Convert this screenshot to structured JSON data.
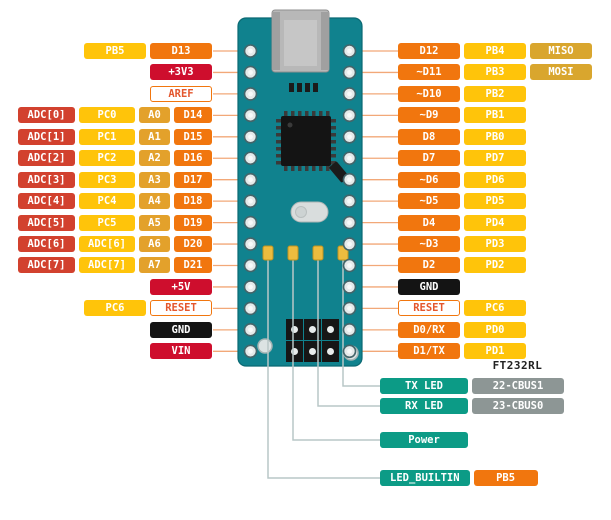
{
  "colors": {
    "board": "#10828E",
    "digital": "#F1760E",
    "port": "#FFC40A",
    "analog": "#E3A12B",
    "spi": "#D9A62E",
    "power": "#CE0E2D",
    "adc": "#D2412E",
    "gnd": "#141414",
    "outline": "#E4572E",
    "led": "#0C9B86",
    "cbus": "#8D9695",
    "line": "#F2A878",
    "line2": "#B9C7C7"
  },
  "left_rows": [
    {
      "badges": [
        {
          "t": "PB5",
          "c": "port"
        },
        {
          "t": "D13",
          "c": "digital"
        }
      ]
    },
    {
      "badges": [
        {
          "t": "+3V3",
          "c": "power"
        }
      ]
    },
    {
      "badges": [
        {
          "t": "AREF",
          "c": "outline"
        }
      ]
    },
    {
      "badges": [
        {
          "t": "ADC[0]",
          "c": "adc"
        },
        {
          "t": "PC0",
          "c": "port"
        },
        {
          "t": "A0",
          "c": "analog"
        },
        {
          "t": "D14",
          "c": "digital"
        }
      ]
    },
    {
      "badges": [
        {
          "t": "ADC[1]",
          "c": "adc"
        },
        {
          "t": "PC1",
          "c": "port"
        },
        {
          "t": "A1",
          "c": "analog"
        },
        {
          "t": "D15",
          "c": "digital"
        }
      ]
    },
    {
      "badges": [
        {
          "t": "ADC[2]",
          "c": "adc"
        },
        {
          "t": "PC2",
          "c": "port"
        },
        {
          "t": "A2",
          "c": "analog"
        },
        {
          "t": "D16",
          "c": "digital"
        }
      ]
    },
    {
      "badges": [
        {
          "t": "ADC[3]",
          "c": "adc"
        },
        {
          "t": "PC3",
          "c": "port"
        },
        {
          "t": "A3",
          "c": "analog"
        },
        {
          "t": "D17",
          "c": "digital"
        }
      ]
    },
    {
      "badges": [
        {
          "t": "ADC[4]",
          "c": "adc"
        },
        {
          "t": "PC4",
          "c": "port"
        },
        {
          "t": "A4",
          "c": "analog"
        },
        {
          "t": "D18",
          "c": "digital"
        }
      ]
    },
    {
      "badges": [
        {
          "t": "ADC[5]",
          "c": "adc"
        },
        {
          "t": "PC5",
          "c": "port"
        },
        {
          "t": "A5",
          "c": "analog"
        },
        {
          "t": "D19",
          "c": "digital"
        }
      ]
    },
    {
      "badges": [
        {
          "t": "ADC[6]",
          "c": "adc"
        },
        {
          "t": "ADC[6]",
          "c": "port"
        },
        {
          "t": "A6",
          "c": "analog"
        },
        {
          "t": "D20",
          "c": "digital"
        }
      ]
    },
    {
      "badges": [
        {
          "t": "ADC[7]",
          "c": "adc"
        },
        {
          "t": "ADC[7]",
          "c": "port"
        },
        {
          "t": "A7",
          "c": "analog"
        },
        {
          "t": "D21",
          "c": "digital"
        }
      ]
    },
    {
      "badges": [
        {
          "t": "+5V",
          "c": "power"
        }
      ]
    },
    {
      "badges": [
        {
          "t": "PC6",
          "c": "port"
        },
        {
          "t": "RESET",
          "c": "outline"
        }
      ]
    },
    {
      "badges": [
        {
          "t": "GND",
          "c": "gnd"
        }
      ]
    },
    {
      "badges": [
        {
          "t": "VIN",
          "c": "power"
        }
      ]
    }
  ],
  "right_rows": [
    {
      "badges": [
        {
          "t": "D12",
          "c": "digital"
        },
        {
          "t": "PB4",
          "c": "port"
        },
        {
          "t": "MISO",
          "c": "spi"
        }
      ]
    },
    {
      "badges": [
        {
          "t": "~D11",
          "c": "digital"
        },
        {
          "t": "PB3",
          "c": "port"
        },
        {
          "t": "MOSI",
          "c": "spi"
        }
      ]
    },
    {
      "badges": [
        {
          "t": "~D10",
          "c": "digital"
        },
        {
          "t": "PB2",
          "c": "port"
        }
      ]
    },
    {
      "badges": [
        {
          "t": "~D9",
          "c": "digital"
        },
        {
          "t": "PB1",
          "c": "port"
        }
      ]
    },
    {
      "badges": [
        {
          "t": "D8",
          "c": "digital"
        },
        {
          "t": "PB0",
          "c": "port"
        }
      ]
    },
    {
      "badges": [
        {
          "t": "D7",
          "c": "digital"
        },
        {
          "t": "PD7",
          "c": "port"
        }
      ]
    },
    {
      "badges": [
        {
          "t": "~D6",
          "c": "digital"
        },
        {
          "t": "PD6",
          "c": "port"
        }
      ]
    },
    {
      "badges": [
        {
          "t": "~D5",
          "c": "digital"
        },
        {
          "t": "PD5",
          "c": "port"
        }
      ]
    },
    {
      "badges": [
        {
          "t": "D4",
          "c": "digital"
        },
        {
          "t": "PD4",
          "c": "port"
        }
      ]
    },
    {
      "badges": [
        {
          "t": "~D3",
          "c": "digital"
        },
        {
          "t": "PD3",
          "c": "port"
        }
      ]
    },
    {
      "badges": [
        {
          "t": "D2",
          "c": "digital"
        },
        {
          "t": "PD2",
          "c": "port"
        }
      ]
    },
    {
      "badges": [
        {
          "t": "GND",
          "c": "gnd"
        }
      ]
    },
    {
      "badges": [
        {
          "t": "RESET",
          "c": "outline"
        },
        {
          "t": "PC6",
          "c": "port"
        }
      ]
    },
    {
      "badges": [
        {
          "t": "D0/RX",
          "c": "digital"
        },
        {
          "t": "PD0",
          "c": "port"
        }
      ]
    },
    {
      "badges": [
        {
          "t": "D1/TX",
          "c": "digital"
        },
        {
          "t": "PD1",
          "c": "port"
        }
      ]
    }
  ],
  "bottom": {
    "chip_label": "FT232RL",
    "rows": [
      {
        "badges": [
          {
            "t": "TX LED",
            "c": "led"
          },
          {
            "t": "22-CBUS1",
            "c": "cbus"
          }
        ]
      },
      {
        "badges": [
          {
            "t": "RX LED",
            "c": "led"
          },
          {
            "t": "23-CBUS0",
            "c": "cbus"
          }
        ]
      },
      {
        "badges": [
          {
            "t": "Power",
            "c": "led"
          }
        ]
      },
      {
        "badges": [
          {
            "t": "LED_BUILTIN",
            "c": "led"
          },
          {
            "t": "PB5",
            "c": "digital"
          }
        ]
      }
    ]
  }
}
